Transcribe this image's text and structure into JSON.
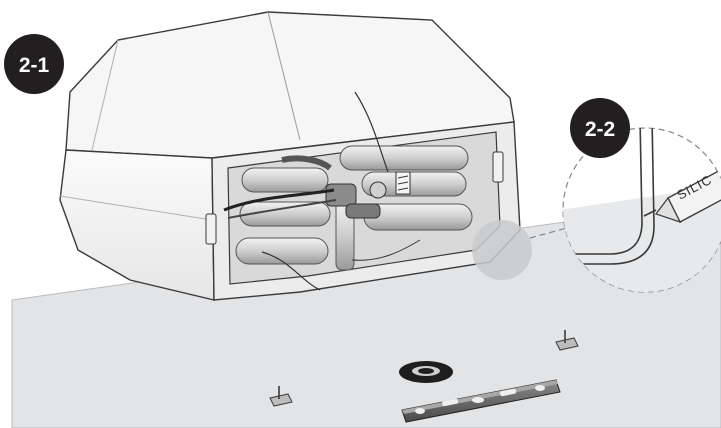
{
  "steps": {
    "step1_label": "2-1",
    "step2_label": "2-2"
  },
  "detail": {
    "tube_label": "SILIC"
  },
  "colors": {
    "badge_fill": "#231f20",
    "badge_text": "#ffffff",
    "floor_fill": "#e3e4e6",
    "body_fill": "#f4f4f4",
    "outline": "#3a3a3a"
  },
  "icons": {
    "step1": "step-badge-icon",
    "step2": "step-badge-icon",
    "level": "spirit-level-icon",
    "drain": "drain-hole-icon",
    "caulk": "silicone-tube-icon"
  }
}
